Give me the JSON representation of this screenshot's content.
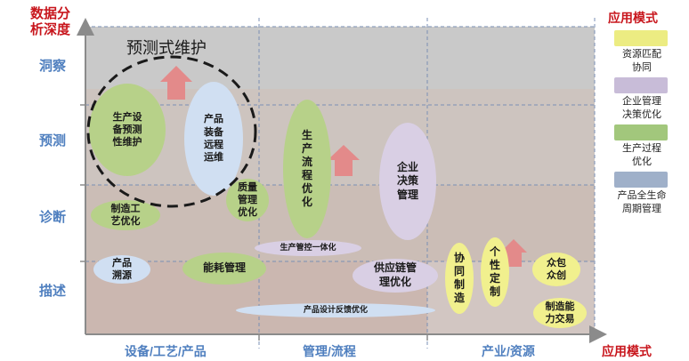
{
  "y_axis": {
    "title_line1": "数据分",
    "title_line2": "析深度",
    "levels": [
      "洞察",
      "预测",
      "诊断",
      "描述"
    ]
  },
  "x_axis": {
    "categories": [
      "设备/工艺/产品",
      "管理/流程",
      "产业/资源"
    ],
    "corner_text": "应用模式"
  },
  "callout_label": "预测式维护",
  "bubbles": {
    "equipment_predictive": "生产设\n备预测\n性维护",
    "product_remote": "产品\n装备\n远程\n运维",
    "quality_mgmt": "质量\n管理\n优化",
    "process_craft": "制造工\n艺优化",
    "product_trace": "产品\n溯源",
    "energy_mgmt": "能耗管理",
    "production_flow": "生\n产\n流\n程\n优\n化",
    "control_integration": "生产管控一体化",
    "enterprise_decision": "企业\n决策\n管理",
    "supply_chain": "供应链管\n理优化",
    "design_feedback": "产品设计反馈优化",
    "collab_mfg": "协\n同\n制\n造",
    "personalized": "个\n性\n定\n制",
    "crowd": "众包\n众创",
    "capacity_trade": "制造能\n力交易"
  },
  "legend": {
    "title": "应用模式",
    "items": [
      {
        "label": "资源匹配\n协同",
        "color": "#ecec82"
      },
      {
        "label": "企业管理\n决策优化",
        "color": "#c8bcd8"
      },
      {
        "label": "生产过程\n优化",
        "color": "#a2c77c"
      },
      {
        "label": "产品全生命\n周期管理",
        "color": "#9fb0c9"
      }
    ]
  },
  "colors": {
    "axis_blue": "#4f7fbf",
    "legend_red": "#c8161d",
    "bubble_green": "#b7d189",
    "bubble_blue": "#d0dff2",
    "bubble_purple": "#d9cfe4",
    "bubble_yellow": "#f1f08e",
    "arrow_red": "#e38a8a"
  }
}
